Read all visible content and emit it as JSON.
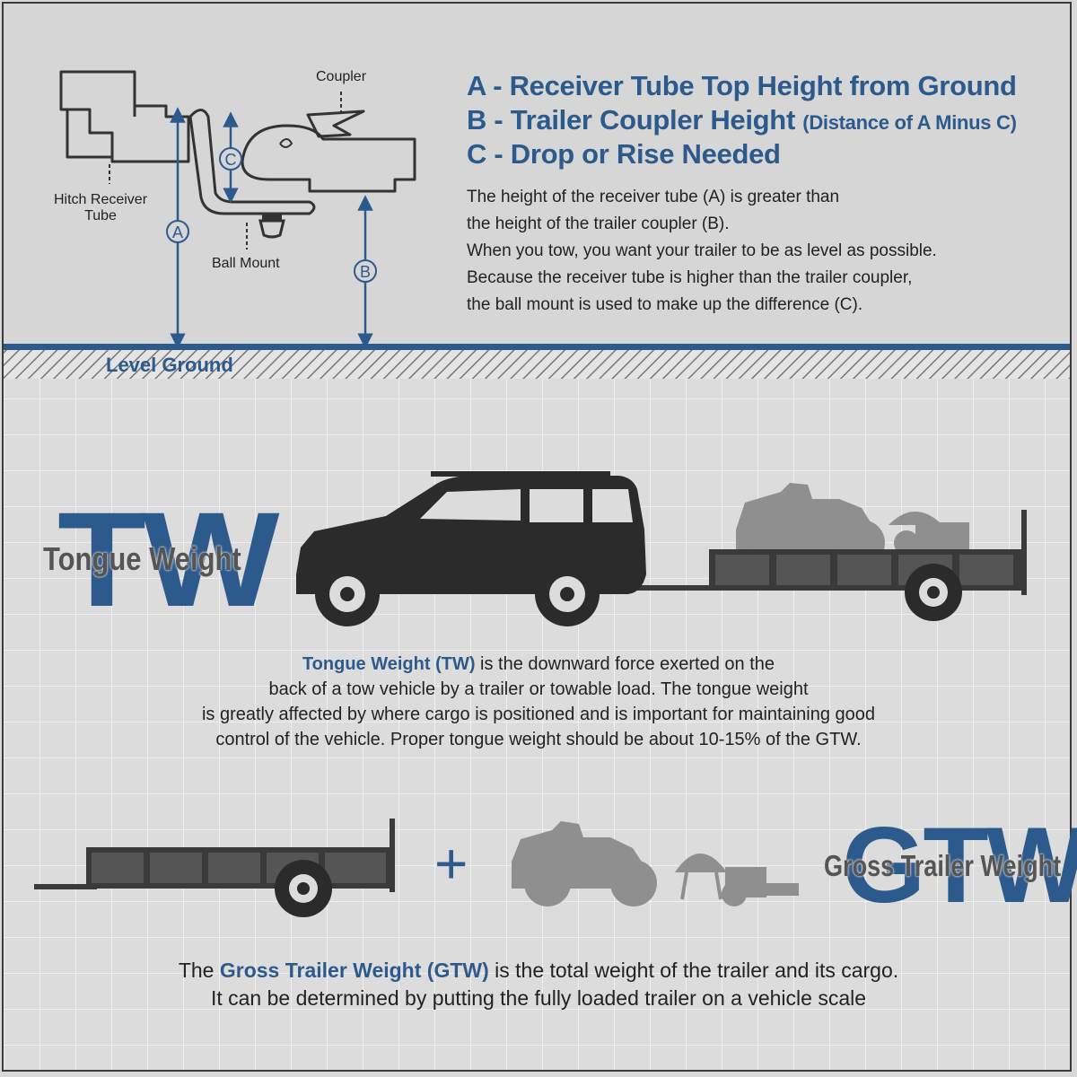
{
  "diagram": {
    "labels": {
      "coupler": "Coupler",
      "hitch_receiver_tube_line1": "Hitch Receiver",
      "hitch_receiver_tube_line2": "Tube",
      "ball_mount": "Ball Mount",
      "marker_a": "A",
      "marker_b": "B",
      "marker_c": "C",
      "level_ground": "Level Ground"
    },
    "headings": {
      "a": "A - Receiver Tube Top Height from Ground",
      "b_main": "B - Trailer Coupler Height ",
      "b_sub": "(Distance of A Minus C)",
      "c": "C - Drop or Rise Needed"
    },
    "explanation": [
      "The height of the receiver tube (A) is greater than",
      "the height of the trailer coupler (B).",
      "When you tow, you want your trailer to be as level as possible.",
      "Because the receiver tube is higher than the trailer coupler,",
      "the ball mount is used to make up the difference (C)."
    ]
  },
  "tongue_weight": {
    "letters": "TW",
    "word": "Tongue Weight",
    "term": "Tongue Weight (TW)",
    "line1_rest": " is the downward force exerted on the",
    "line2": "back of a tow vehicle by a trailer or towable load. The tongue weight",
    "line3": "is greatly affected by where cargo is positioned and is important for maintaining good",
    "line4": "control of the vehicle. Proper tongue weight should be about 10-15% of the GTW."
  },
  "gross_trailer_weight": {
    "plus": "+",
    "letters": "GTW",
    "word": "Gross Trailer Weight",
    "line1_pre": "The ",
    "term": "Gross Trailer Weight (GTW)",
    "line1_rest": " is the total weight of the trailer and its cargo.",
    "line2": "It can be determined by putting the fully loaded trailer on a vehicle scale"
  },
  "colors": {
    "accent_blue": "#2d5a8c",
    "silhouette_dark": "#2b2b2b",
    "silhouette_gray": "#8a8a8a",
    "background": "#dcdcdc"
  }
}
